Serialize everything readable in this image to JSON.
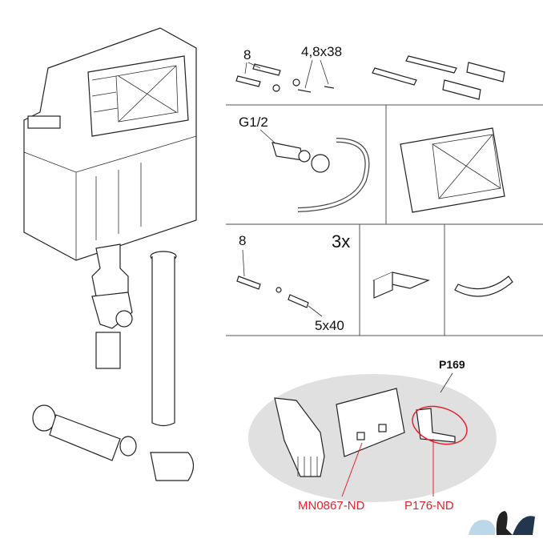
{
  "labels": {
    "screws_top_qty": "8",
    "screws_top_size": "4,8x38",
    "thread": "G1/2",
    "screws_mid_qty": "8",
    "multiplier": "3x",
    "screws_mid_size": "5x40",
    "assembly_code": "P169",
    "part_a_code": "MN0867-ND",
    "part_b_code": "P176-ND"
  },
  "colors": {
    "highlight_ellipse": "#e0e0e0",
    "callout_red": "#e8202a"
  },
  "logo": {
    "icon": "swans-logo"
  }
}
